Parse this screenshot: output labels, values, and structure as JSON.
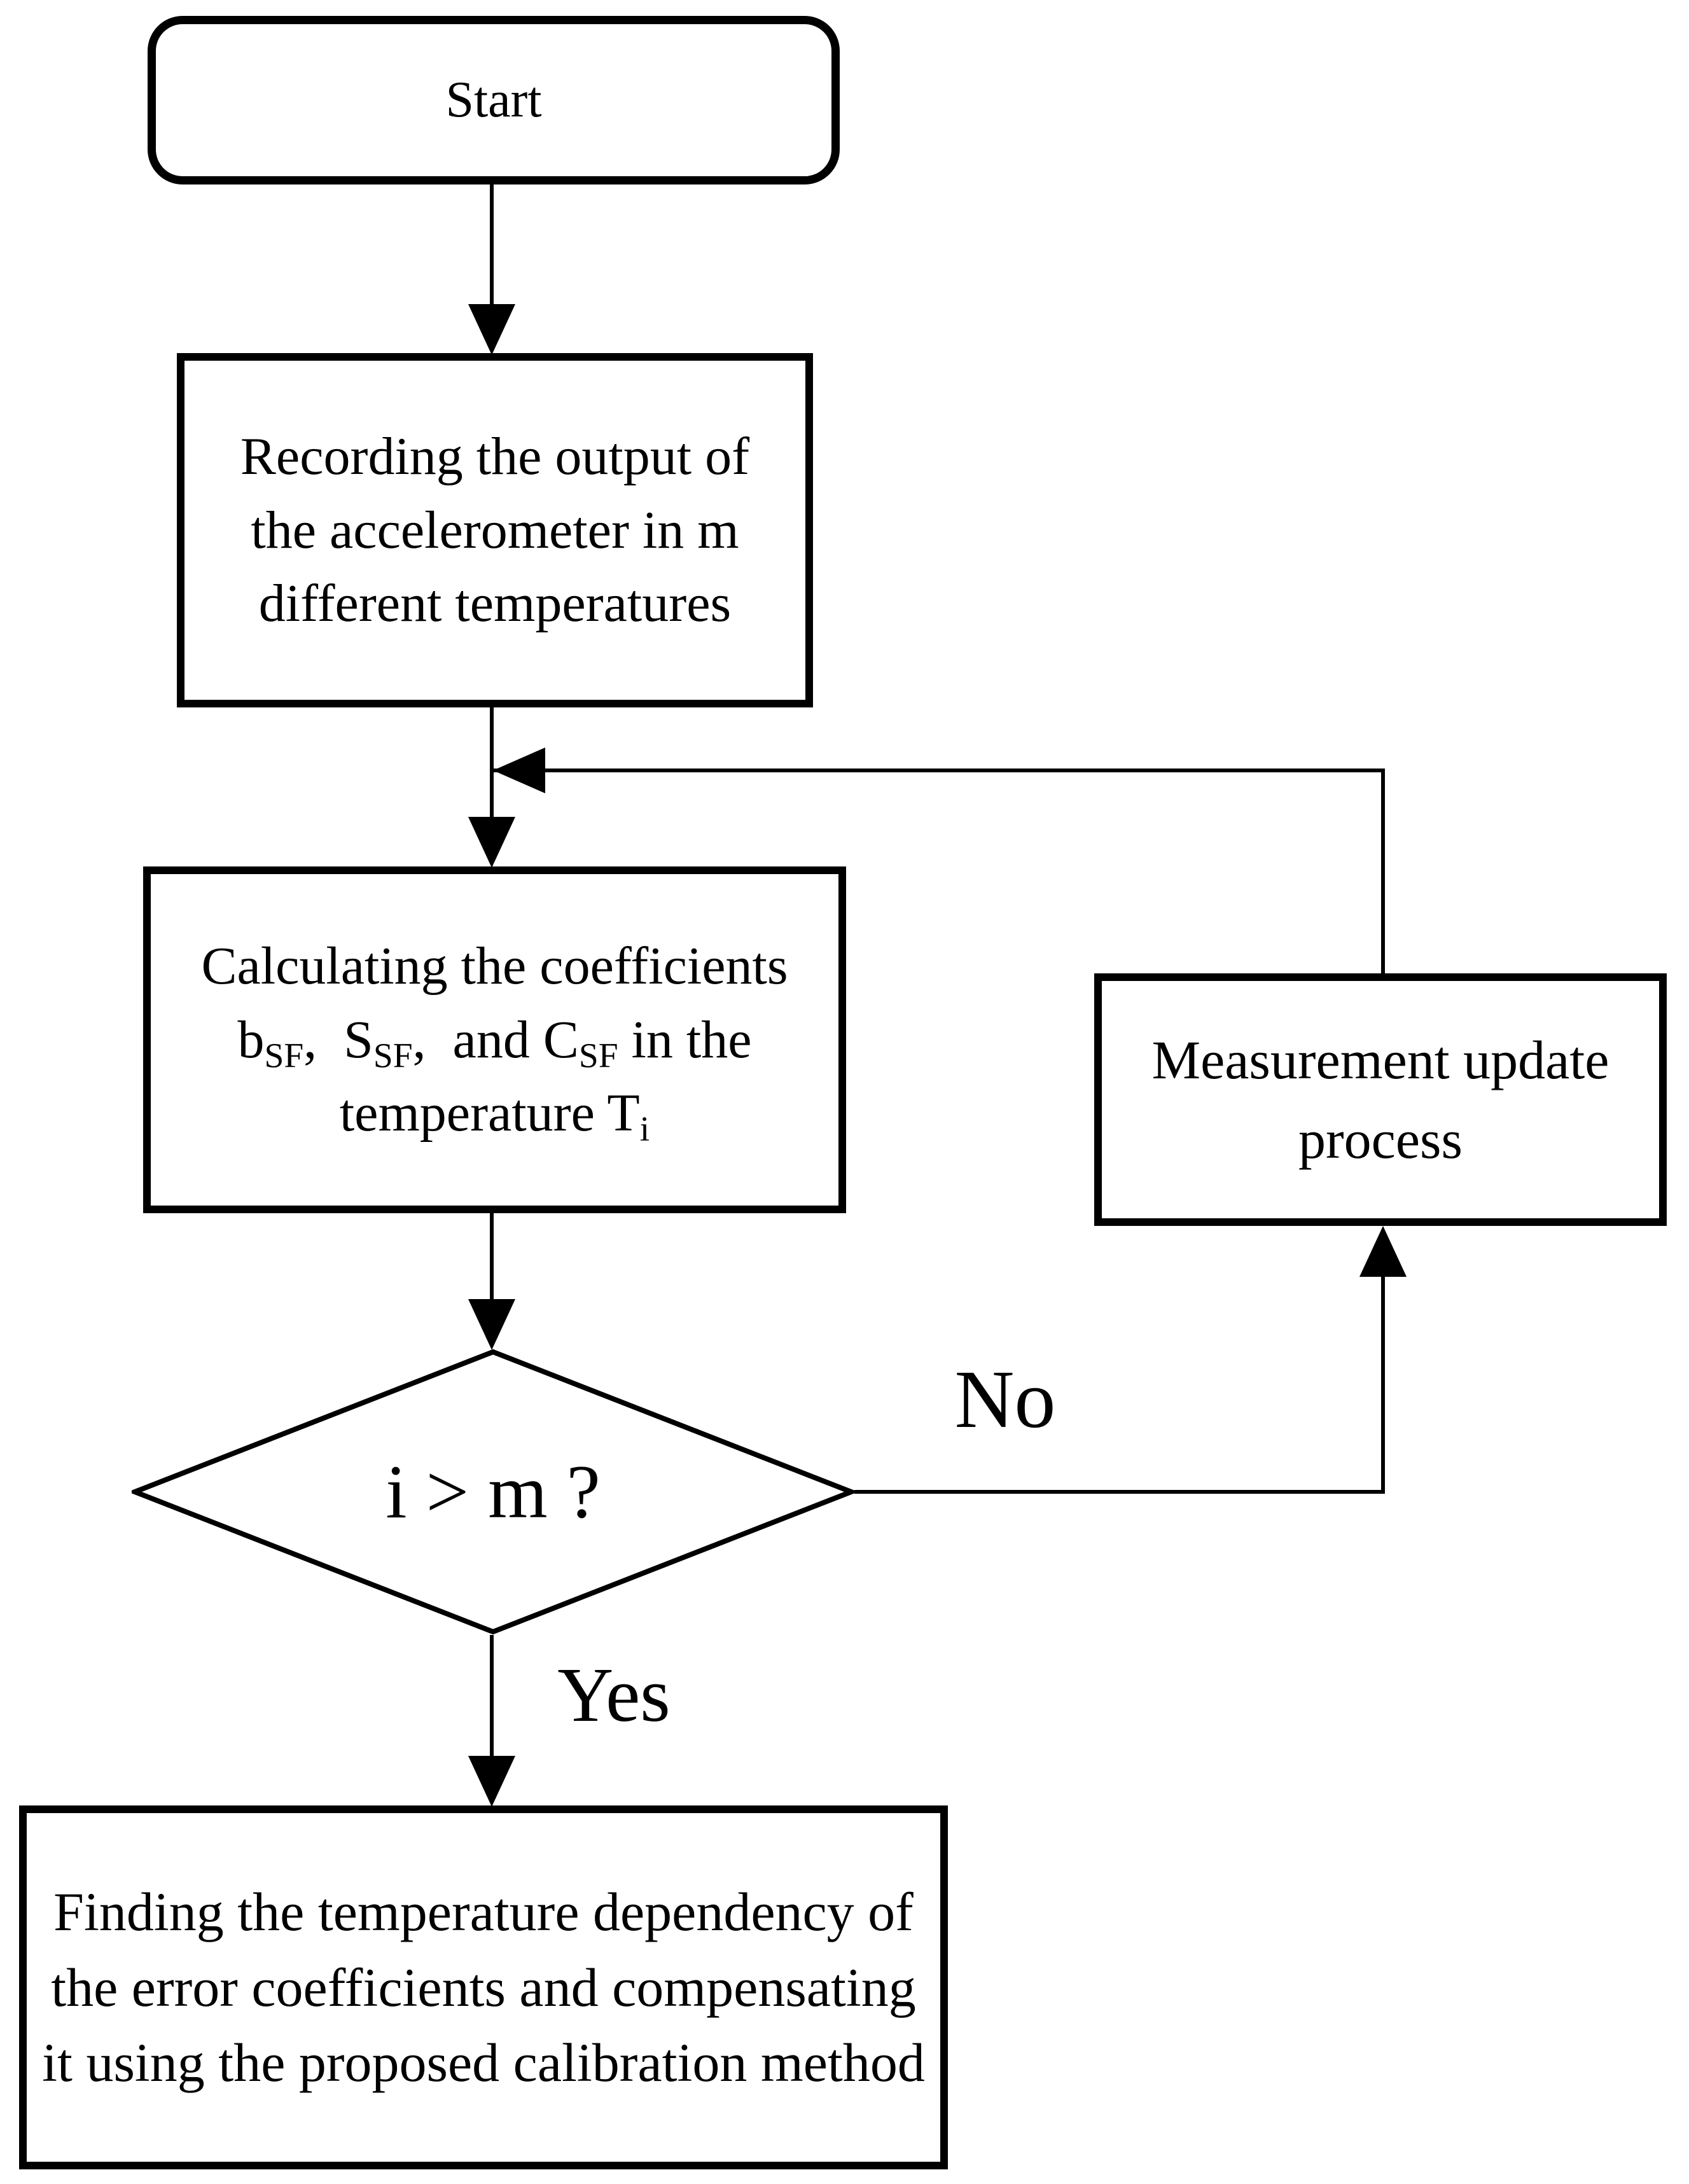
{
  "figure": {
    "ink": "#000000",
    "background": "#ffffff"
  },
  "nodes": {
    "start": {
      "label": "Start"
    },
    "recording": {
      "line1": "Recording the output of",
      "line2": "the accelerometer in m",
      "line3": "different temperatures"
    },
    "calculating": {
      "line1": "Calculating the coefficients",
      "line2": {
        "s1": "b",
        "sub1": "SF",
        "s2": ",  S",
        "sub2": "SF",
        "s3": ",  and C",
        "sub3": "SF",
        "s4": " in the"
      },
      "line3": {
        "s1": "temperature T",
        "sub1": "i"
      }
    },
    "measurement": {
      "line1": "Measurement update",
      "line2": "process"
    },
    "decision": {
      "label": "i > m ?"
    },
    "finding": {
      "line1": "Finding the temperature dependency of",
      "line2": "the error coefficients and compensating",
      "line3": "it using the proposed calibration method"
    }
  },
  "edges": {
    "no_label": "No",
    "yes_label": "Yes"
  }
}
